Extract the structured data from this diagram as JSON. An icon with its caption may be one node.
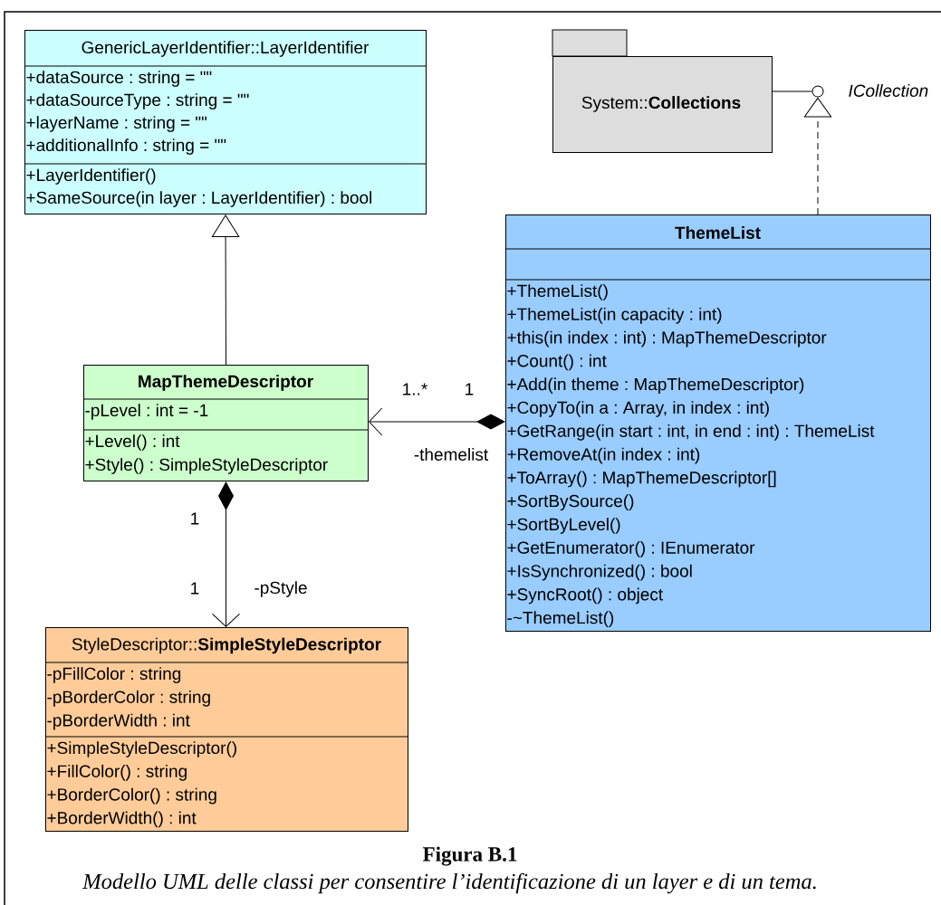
{
  "diagram": {
    "title": "Figura B.1",
    "caption": "Modello UML delle classi per consentire l’identificazione di un layer e di un tema.",
    "nodes": [
      {
        "text": [
          "GenericLayerIdentifier::LayerIdentifier",
          "+dataSource : string = \"\"",
          "+dataSourceType : string = \"\"",
          "+layerName : string = \"\"",
          "+additionalInfo : string = \"\"",
          "+LayerIdentifier()",
          "+SameSource(in layer : LayerIdentifier) : bool"
        ]
      },
      {
        "text": [
          "System::**Collections**"
        ]
      },
      {
        "text": [
          "ICollection"
        ]
      },
      {
        "text": [
          "ThemeList",
          "+ThemeList()",
          "+ThemeList(in capacity : int)",
          "+this(in index : int) : MapThemeDescriptor",
          "+Count() : int",
          "+Add(in theme : MapThemeDescriptor)",
          "+CopyTo(in a : Array, in index : int)",
          "+GetRange(in start : int, in end : int) : ThemeList",
          "+RemoveAt(in index : int)",
          "+ToArray() : MapThemeDescriptor[]",
          "+SortBySource()",
          "+SortByLevel()",
          "+GetEnumerator() : IEnumerator",
          "+IsSynchronized() : bool",
          "+SyncRoot() : object",
          "-~ThemeList()"
        ]
      },
      {
        "text": [
          "MapThemeDescriptor",
          "-pLevel : int = -1",
          "+Level() : int",
          "+Style() : SimpleStyleDescriptor"
        ]
      },
      {
        "text": [
          "StyleDescriptor::**SimpleStyleDescriptor**",
          "-pFillColor : string",
          "-pBorderColor : string",
          "-pBorderWidth : int",
          "+SimpleStyleDescriptor()",
          "+FillColor() : string",
          "+BorderColor() : string",
          "+BorderWidth() : int"
        ]
      }
    ],
    "edges": [
      {
        "from": 4,
        "to": 0,
        "arrow": "to"
      },
      {
        "from": 1,
        "to": 2,
        "arrow": "none"
      },
      {
        "from": 3,
        "to": 2,
        "arrow": "to",
        "style": "dashed"
      },
      {
        "from": 3,
        "to": 4,
        "arrow": "to",
        "label": "-themelist"
      },
      {
        "from": 4,
        "to": 5,
        "arrow": "to",
        "label": "-pStyle"
      }
    ],
    "labels": [
      "1..*",
      "1",
      "1",
      "1"
    ]
  }
}
